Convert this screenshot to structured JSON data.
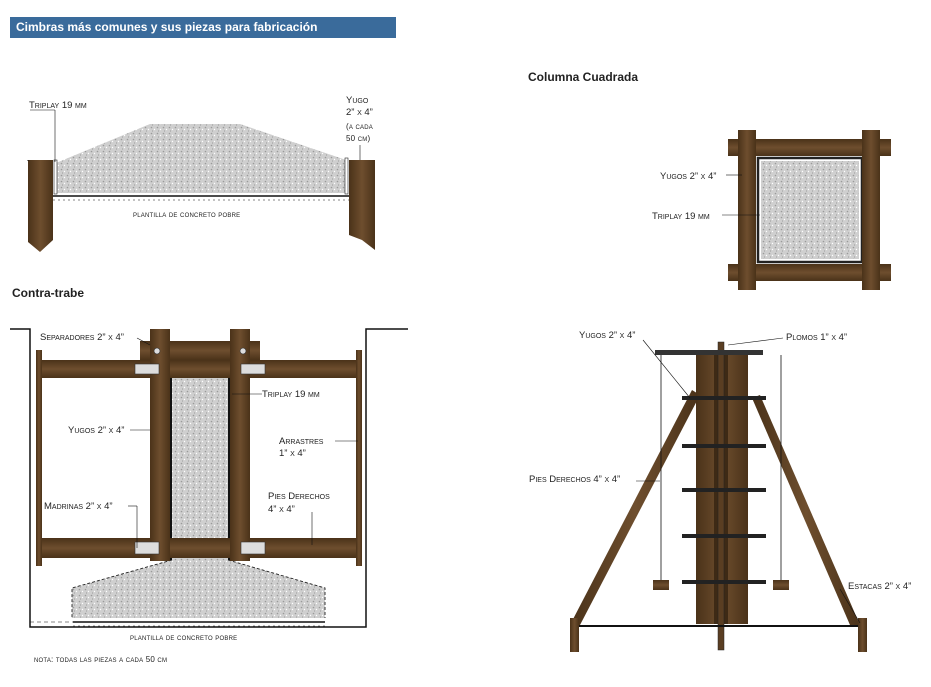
{
  "header": {
    "title": "Cimbras más comunes y sus piezas para fabricación"
  },
  "colors": {
    "header_bg": "#3a6b9b",
    "wood": "#5a3e22",
    "wood_light": "#6e4e2e",
    "concrete": "#c9c9c9",
    "line": "#111111"
  },
  "panel_tl": {
    "label_triplay": "Triplay 19 mm",
    "label_yugo_1": "Yugo",
    "label_yugo_2": "2” x 4”",
    "label_yugo_3": "(a cada",
    "label_yugo_4": "50 cm)",
    "label_plantilla": "plantilla de concreto pobre"
  },
  "panel_tr": {
    "title": "Columna Cuadrada",
    "label_yugos": "Yugos 2” x 4”",
    "label_triplay": "Triplay 19 mm"
  },
  "panel_bl": {
    "title": "Contra-trabe",
    "label_separadores": "Separadores 2” x 4”",
    "label_triplay": "Triplay 19 mm",
    "label_yugos": "Yugos 2” x 4”",
    "label_arrastres_1": "Arrastres",
    "label_arrastres_2": "1” x 4”",
    "label_madrinas": "Madrinas 2” x 4”",
    "label_pies_1": "Pies Derechos",
    "label_pies_2": "4” x 4”",
    "label_plantilla": "plantilla de concreto pobre",
    "note": "nota: todas las piezas a cada 50 cm"
  },
  "panel_br": {
    "label_yugos": "Yugos 2” x 4”",
    "label_plomos": "Plomos 1” x 4”",
    "label_pies": "Pies Derechos  4” x 4”",
    "label_estacas": "Estacas 2” x 4”"
  }
}
